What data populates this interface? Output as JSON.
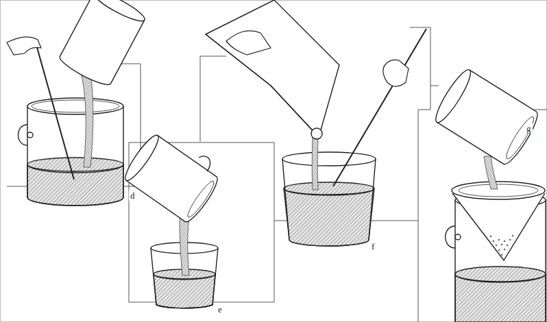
{
  "diagram": {
    "labels": [
      "d",
      "e",
      "f",
      "g"
    ]
  }
}
